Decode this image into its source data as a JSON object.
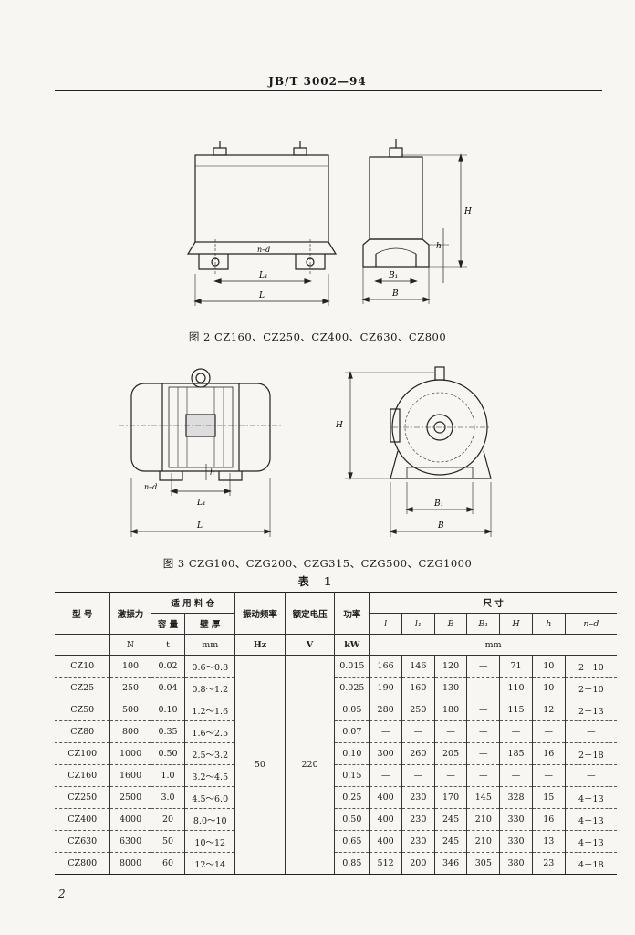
{
  "header": {
    "title": "JB/T 3002—94"
  },
  "figure2": {
    "caption": "图 2   CZ160、CZ250、CZ400、CZ630、CZ800",
    "labels": {
      "nd": "n–d",
      "L1": "L₁",
      "L": "L",
      "B1": "B₁",
      "B": "B",
      "h": "h",
      "H": "H"
    }
  },
  "figure3": {
    "caption": "图 3   CZG100、CZG200、CZG315、CZG500、CZG1000",
    "labels": {
      "nd": "n–d",
      "L1": "L₁",
      "L": "L",
      "h": "h",
      "H": "H",
      "B1": "B₁",
      "B": "B"
    }
  },
  "table": {
    "title": "表 1",
    "headers": {
      "model": "型    号",
      "force": "激振力",
      "material": "适 用 料 仓",
      "capacity": "容 量",
      "thickness": "壁 厚",
      "freq": "振动频率",
      "voltage": "额定电压",
      "power": "功率",
      "dims": "尺          寸",
      "l": "l",
      "l1": "l₁",
      "B": "B",
      "B1": "B₁",
      "H": "H",
      "h": "h",
      "nd": "n–d"
    },
    "units": {
      "force": "N",
      "capacity": "t",
      "thickness": "mm",
      "freq": "Hz",
      "voltage": "V",
      "power": "kW",
      "dims": "mm"
    },
    "merged": {
      "freq": "50",
      "voltage": "220"
    },
    "rows": [
      {
        "model": "CZ10",
        "force": "100",
        "cap": "0.02",
        "wall": "0.6～0.8",
        "power": "0.015",
        "l": "166",
        "l1": "146",
        "B": "120",
        "B1": "—",
        "H": "71",
        "h": "10",
        "nd": "2－10"
      },
      {
        "model": "CZ25",
        "force": "250",
        "cap": "0.04",
        "wall": "0.8～1.2",
        "power": "0.025",
        "l": "190",
        "l1": "160",
        "B": "130",
        "B1": "—",
        "H": "110",
        "h": "10",
        "nd": "2－10"
      },
      {
        "model": "CZ50",
        "force": "500",
        "cap": "0.10",
        "wall": "1.2～1.6",
        "power": "0.05",
        "l": "280",
        "l1": "250",
        "B": "180",
        "B1": "—",
        "H": "115",
        "h": "12",
        "nd": "2－13"
      },
      {
        "model": "CZ80",
        "force": "800",
        "cap": "0.35",
        "wall": "1.6～2.5",
        "power": "0.07",
        "l": "—",
        "l1": "—",
        "B": "—",
        "B1": "—",
        "H": "—",
        "h": "—",
        "nd": "—"
      },
      {
        "model": "CZ100",
        "force": "1000",
        "cap": "0.50",
        "wall": "2.5～3.2",
        "power": "0.10",
        "l": "300",
        "l1": "260",
        "B": "205",
        "B1": "—",
        "H": "185",
        "h": "16",
        "nd": "2－18"
      },
      {
        "model": "CZ160",
        "force": "1600",
        "cap": "1.0",
        "wall": "3.2～4.5",
        "power": "0.15",
        "l": "—",
        "l1": "—",
        "B": "—",
        "B1": "—",
        "H": "—",
        "h": "—",
        "nd": "—"
      },
      {
        "model": "CZ250",
        "force": "2500",
        "cap": "3.0",
        "wall": "4.5～6.0",
        "power": "0.25",
        "l": "400",
        "l1": "230",
        "B": "170",
        "B1": "145",
        "H": "328",
        "h": "15",
        "nd": "4－13"
      },
      {
        "model": "CZ400",
        "force": "4000",
        "cap": "20",
        "wall": "8.0～10",
        "power": "0.50",
        "l": "400",
        "l1": "230",
        "B": "245",
        "B1": "210",
        "H": "330",
        "h": "16",
        "nd": "4－13"
      },
      {
        "model": "CZ630",
        "force": "6300",
        "cap": "50",
        "wall": "10～12",
        "power": "0.65",
        "l": "400",
        "l1": "230",
        "B": "245",
        "B1": "210",
        "H": "330",
        "h": "13",
        "nd": "4－13"
      },
      {
        "model": "CZ800",
        "force": "8000",
        "cap": "60",
        "wall": "12～14",
        "power": "0.85",
        "l": "512",
        "l1": "200",
        "B": "346",
        "B1": "305",
        "H": "380",
        "h": "23",
        "nd": "4－18"
      }
    ]
  },
  "page": {
    "number": "2"
  }
}
